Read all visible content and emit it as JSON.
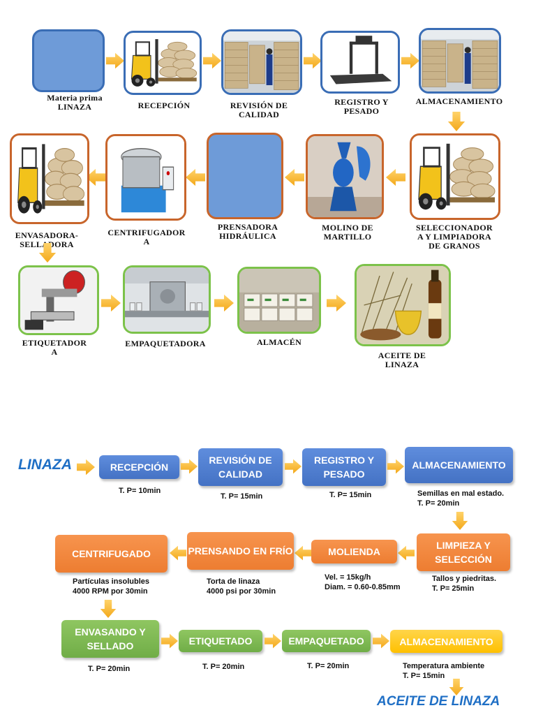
{
  "top_flow": {
    "row1": [
      {
        "label": "Materia prima LINAZA"
      },
      {
        "label": "RECEPCIÓN"
      },
      {
        "label": "REVISIÓN DE CALIDAD"
      },
      {
        "label": "REGISTRO Y PESADO"
      },
      {
        "label": "ALMACENAMIENTO"
      }
    ],
    "row2": [
      {
        "label": "SELECCIONADOR A Y LIMPIADORA DE GRANOS"
      },
      {
        "label": "MOLINO DE MARTILLO"
      },
      {
        "label": "PRENSADORA HIDRÁULICA"
      },
      {
        "label": "CENTRIFUGADOR A"
      },
      {
        "label": "ENVASADORA-SELLADORA"
      }
    ],
    "row3": [
      {
        "label": "ETIQUETADOR A"
      },
      {
        "label": "EMPAQUETADORA"
      },
      {
        "label": "ALMACÉN"
      },
      {
        "label": "ACEITE DE LINAZA"
      }
    ]
  },
  "process_flow": {
    "start": "LINAZA",
    "end": "ACEITE DE LINAZA",
    "row1": [
      {
        "label": "RECEPCIÓN",
        "note": "T. P= 10min"
      },
      {
        "label": "REVISIÓN DE CALIDAD",
        "note": "T. P= 15min"
      },
      {
        "label": "REGISTRO Y PESADO",
        "note": "T. P= 15min"
      },
      {
        "label": "ALMACENAMIENTO",
        "note": "Semillas en mal estado.\nT. P= 20min"
      }
    ],
    "row2": [
      {
        "label": "LIMPIEZA Y SELECCIÓN",
        "note": "Tallos y piedritas.\nT. P= 25min"
      },
      {
        "label": "MOLIENDA",
        "note": "Vel. = 15kg/h\nDiam. = 0.60-0.85mm"
      },
      {
        "label": "PRENSANDO EN FRÍO",
        "note": "Torta de linaza\n4000 psi por 30min"
      },
      {
        "label": "CENTRIFUGADO",
        "note": "Partículas insolubles\n4000 RPM por 30min"
      }
    ],
    "row3": [
      {
        "label": "ENVASANDO Y SELLADO",
        "note": "T. P= 20min"
      },
      {
        "label": "ETIQUETADO",
        "note": "T. P= 20min"
      },
      {
        "label": "EMPAQUETADO",
        "note": "T. P= 20min"
      },
      {
        "label": "ALMACENAMIENTO",
        "note": "Temperatura ambiente\nT. P= 15min"
      }
    ]
  },
  "colors": {
    "blue": "#4472c4",
    "orange": "#ed7d31",
    "green": "#70ad47",
    "yellow": "#ffc000",
    "arrow": "#f5b324",
    "title_blue": "#1f6fc5"
  }
}
